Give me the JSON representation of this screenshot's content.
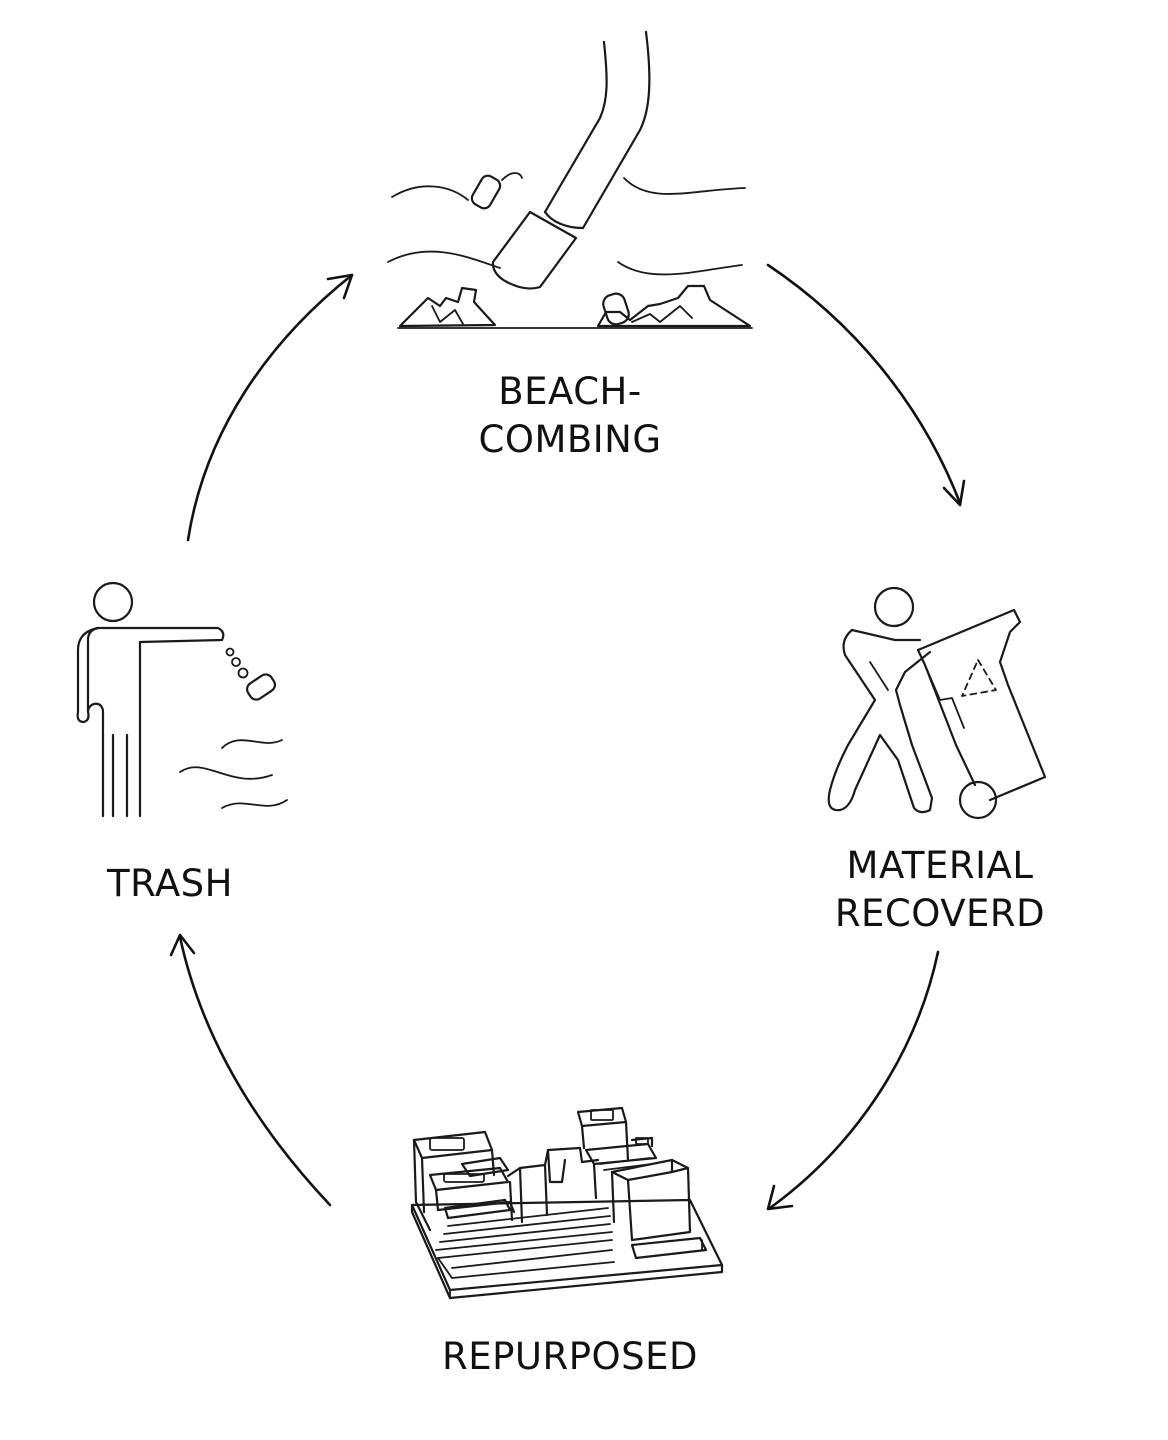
{
  "diagram": {
    "type": "cycle",
    "colors": {
      "line": "#1a1a1a",
      "text": "#111111",
      "background": "#ffffff"
    },
    "stages": [
      {
        "id": "beachcombing",
        "lines": [
          "BEACH-",
          "COMBING"
        ],
        "icon": "beach-vacuum-icon"
      },
      {
        "id": "material-recovered",
        "lines": [
          "MATERIAL",
          "RECOVERD"
        ],
        "icon": "person-pushing-recycle-bin-icon"
      },
      {
        "id": "repurposed",
        "lines": [
          "REPURPOSED"
        ],
        "icon": "repurposed-blocks-model-icon"
      },
      {
        "id": "trash",
        "lines": [
          "TRASH"
        ],
        "icon": "person-littering-icon"
      }
    ],
    "flow": [
      {
        "from": "beachcombing",
        "to": "material-recovered"
      },
      {
        "from": "material-recovered",
        "to": "repurposed"
      },
      {
        "from": "repurposed",
        "to": "trash"
      },
      {
        "from": "trash",
        "to": "beachcombing"
      }
    ]
  }
}
